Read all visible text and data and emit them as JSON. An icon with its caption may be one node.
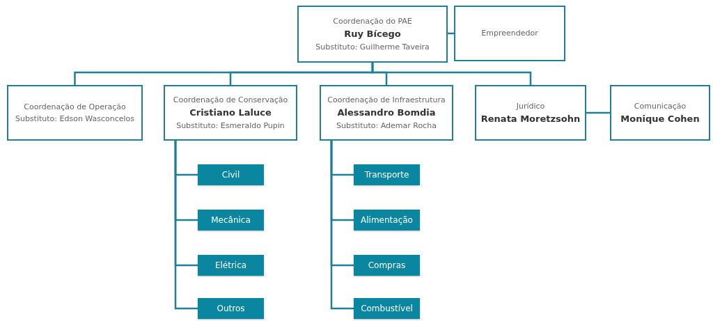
{
  "diagram": {
    "nodes": [
      {
        "text": [
          "Coordenação do PAE",
          "Ruy Bícego",
          "Substituto: Guilherme Taveira"
        ]
      },
      {
        "text": [
          "Empreendedor"
        ]
      },
      {
        "text": [
          "Coordenação de Operação",
          "Substituto: Edson Wasconcelos"
        ]
      },
      {
        "text": [
          "Coordenação de Conservação",
          "Cristiano Laluce",
          "Substituto: Esmeraldo Pupin"
        ]
      },
      {
        "text": [
          "Coordenação de Infraestrutura",
          "Alessandro Bomdia",
          "Substituto: Ademar Rocha"
        ]
      },
      {
        "text": [
          "Jurídico",
          "Renata Moretzsohn"
        ]
      },
      {
        "text": [
          "Comunicação",
          "Monique Cohen"
        ]
      },
      {
        "text": [
          "Civil"
        ]
      },
      {
        "text": [
          "Mecânica"
        ]
      },
      {
        "text": [
          "Elétrica"
        ]
      },
      {
        "text": [
          "Outros"
        ]
      },
      {
        "text": [
          "Transporte"
        ]
      },
      {
        "text": [
          "Alimentação"
        ]
      },
      {
        "text": [
          "Compras"
        ]
      },
      {
        "text": [
          "Combustível"
        ]
      }
    ],
    "edges": [
      {
        "from": 0,
        "to": 1,
        "arrow": "none"
      },
      {
        "from": 0,
        "to": 2,
        "arrow": "none"
      },
      {
        "from": 0,
        "to": 3,
        "arrow": "none"
      },
      {
        "from": 0,
        "to": 4,
        "arrow": "none"
      },
      {
        "from": 0,
        "to": 5,
        "arrow": "none"
      },
      {
        "from": 5,
        "to": 6,
        "arrow": "none"
      },
      {
        "from": 3,
        "to": 7,
        "arrow": "none"
      },
      {
        "from": 3,
        "to": 8,
        "arrow": "none"
      },
      {
        "from": 3,
        "to": 9,
        "arrow": "none"
      },
      {
        "from": 3,
        "to": 10,
        "arrow": "none"
      },
      {
        "from": 4,
        "to": 11,
        "arrow": "none"
      },
      {
        "from": 4,
        "to": 12,
        "arrow": "none"
      },
      {
        "from": 4,
        "to": 13,
        "arrow": "none"
      },
      {
        "from": 4,
        "to": 14,
        "arrow": "none"
      }
    ]
  }
}
